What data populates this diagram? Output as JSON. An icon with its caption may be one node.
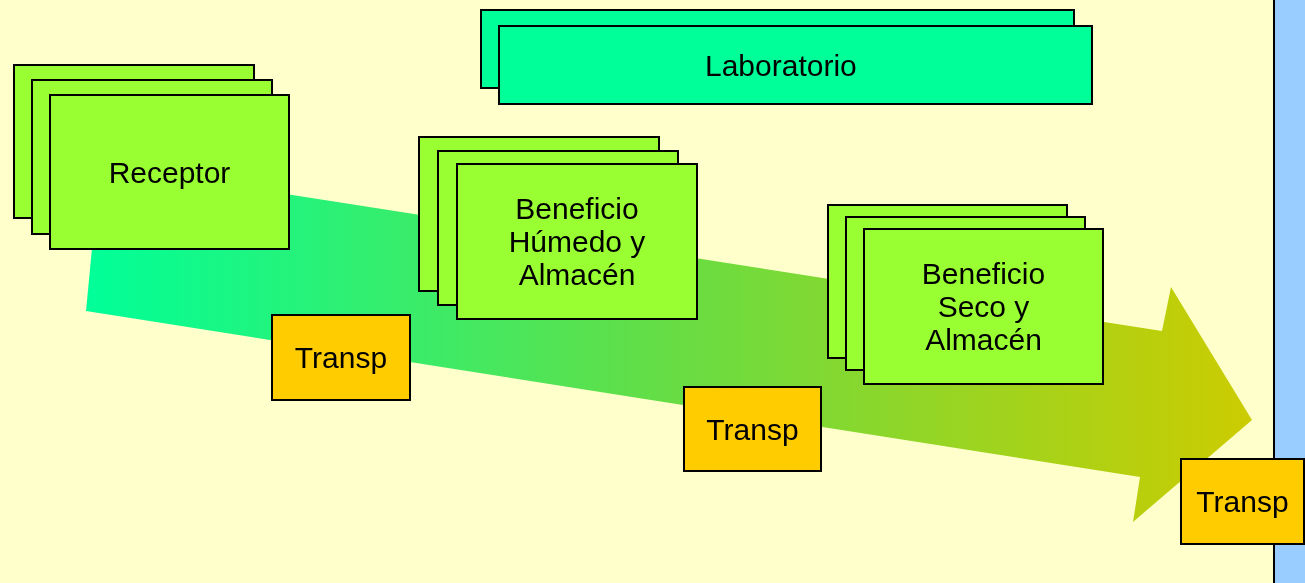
{
  "diagram": {
    "nodes": [
      {
        "text": [
          "Laboratorio"
        ]
      },
      {
        "text": [
          "Receptor"
        ]
      },
      {
        "text": [
          "Beneficio Húmedo y Almacén"
        ]
      },
      {
        "text": [
          "Transp"
        ]
      },
      {
        "text": [
          "Beneficio Seco y Almacén"
        ]
      },
      {
        "text": [
          "Transp"
        ]
      },
      {
        "text": [
          "Transp"
        ]
      }
    ]
  }
}
